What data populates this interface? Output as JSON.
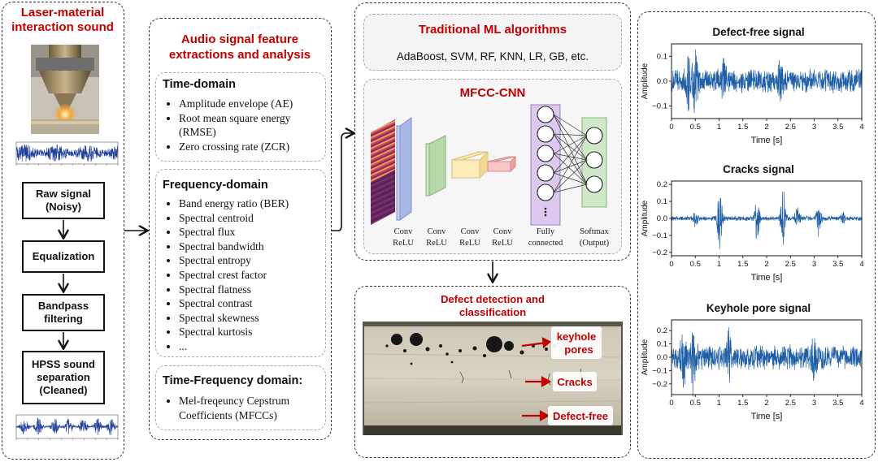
{
  "left": {
    "title_line1": "Laser-material",
    "title_line2": "interaction sound",
    "steps": [
      {
        "line1": "Raw signal",
        "line2": "(Noisy)"
      },
      {
        "line1": "Equalization",
        "line2": ""
      },
      {
        "line1": "Bandpass",
        "line2": "filtering"
      },
      {
        "line1": "HPSS sound",
        "line2": "separation",
        "line3": "(Cleaned)"
      }
    ]
  },
  "features": {
    "title_line1": "Audio signal feature",
    "title_line2": "extractions and analysis",
    "time_domain": {
      "title": "Time-domain",
      "items": [
        "Amplitude envelope (AE)",
        "Root mean square energy",
        "(RMSE)",
        "Zero crossing rate (ZCR)"
      ]
    },
    "frequency_domain": {
      "title": "Frequency-domain",
      "items": [
        "Band energy ratio (BER)",
        "Spectral centroid",
        "Spectral flux",
        "Spectral bandwidth",
        "Spectral entropy",
        "Spectral crest factor",
        "Spectral flatness",
        "Spectral contrast",
        "Spectral skewness",
        "Spectral kurtosis",
        "..."
      ]
    },
    "tf_domain": {
      "title": "Time-Frequency domain:",
      "items": [
        "Mel-freqeuncy Cepstrum",
        "Coefficients (MFCCs)"
      ]
    }
  },
  "ml": {
    "title": "Traditional ML algorithms",
    "algorithms": "AdaBoost, SVM, RF, KNN, LR, GB, etc."
  },
  "cnn": {
    "title": "MFCC-CNN",
    "layers": [
      {
        "l1": "Conv",
        "l2": "ReLU"
      },
      {
        "l1": "Conv",
        "l2": "ReLU"
      },
      {
        "l1": "Conv",
        "l2": "ReLU"
      },
      {
        "l1": "Conv",
        "l2": "ReLU"
      },
      {
        "l1": "Fully",
        "l2": "connected"
      },
      {
        "l1": "Softmax",
        "l2": "(Output)"
      }
    ]
  },
  "detection": {
    "title_line1": "Defect detection and",
    "title_line2": "classification",
    "labels": {
      "keyhole1": "keyhole",
      "keyhole2": "pores",
      "cracks": "Cracks",
      "defect_free": "Defect-free"
    }
  },
  "colors": {
    "accent_red": "#c00000",
    "signal_blue": "#1f5fa8"
  },
  "chart_data": [
    {
      "type": "line",
      "title": "Defect-free signal",
      "xlabel": "Time [s]",
      "ylabel": "Amplitude",
      "xlim": [
        0,
        4
      ],
      "ylim": [
        -0.15,
        0.15
      ],
      "xticks": [
        0,
        0.5,
        1,
        1.5,
        2,
        2.5,
        3,
        3.5,
        4
      ],
      "yticks": [
        0.1,
        0.0,
        -0.1
      ],
      "xtick_labels": [
        "0",
        "0.5",
        "1",
        "1.5",
        "2",
        "2.5",
        "3",
        "3.5",
        "4"
      ],
      "ytick_labels": [
        "0.1",
        "0.0",
        "−0.1"
      ],
      "envelope": {
        "base": 0.045,
        "bursts": [
          [
            0.5,
            0.11
          ],
          [
            0.35,
            0.08
          ],
          [
            2.3,
            0.09
          ],
          [
            1.1,
            0.07
          ]
        ]
      }
    },
    {
      "type": "line",
      "title": "Cracks signal",
      "xlabel": "Time [s]",
      "ylabel": "Amplitude",
      "xlim": [
        0,
        4
      ],
      "ylim": [
        -0.22,
        0.22
      ],
      "xticks": [
        0,
        0.5,
        1,
        1.5,
        2,
        2.5,
        3,
        3.5,
        4
      ],
      "yticks": [
        0.2,
        0.1,
        0.0,
        -0.1,
        -0.2
      ],
      "xtick_labels": [
        "0",
        "0.5",
        "1",
        "1.5",
        "2",
        "2.5",
        "3",
        "3.5",
        "4"
      ],
      "ytick_labels": [
        "0.2",
        "0.1",
        "0.0",
        "−0.1",
        "−0.2"
      ],
      "envelope": {
        "base": 0.012,
        "bursts": [
          [
            1.02,
            0.2
          ],
          [
            0.5,
            0.04
          ],
          [
            1.8,
            0.12
          ],
          [
            2.35,
            0.16
          ],
          [
            2.65,
            0.06
          ],
          [
            3.1,
            0.1
          ],
          [
            3.6,
            0.03
          ]
        ]
      }
    },
    {
      "type": "line",
      "title": "Keyhole pore signal",
      "xlabel": "Time [s]",
      "ylabel": "Amplitude",
      "xlim": [
        0,
        4
      ],
      "ylim": [
        -0.28,
        0.28
      ],
      "xticks": [
        0,
        0.5,
        1,
        1.5,
        2,
        2.5,
        3,
        3.5,
        4
      ],
      "yticks": [
        0.2,
        0.1,
        0.0,
        -0.1,
        -0.2
      ],
      "xtick_labels": [
        "0",
        "0.5",
        "1",
        "1.5",
        "2",
        "2.5",
        "3",
        "3.5",
        "4"
      ],
      "ytick_labels": [
        "0.2",
        "0.1",
        "0.0",
        "−0.1",
        "−0.2"
      ],
      "envelope": {
        "base": 0.085,
        "bursts": [
          [
            0.45,
            0.22
          ],
          [
            0.25,
            0.15
          ],
          [
            1.2,
            0.13
          ],
          [
            3.0,
            0.12
          ]
        ]
      }
    }
  ]
}
